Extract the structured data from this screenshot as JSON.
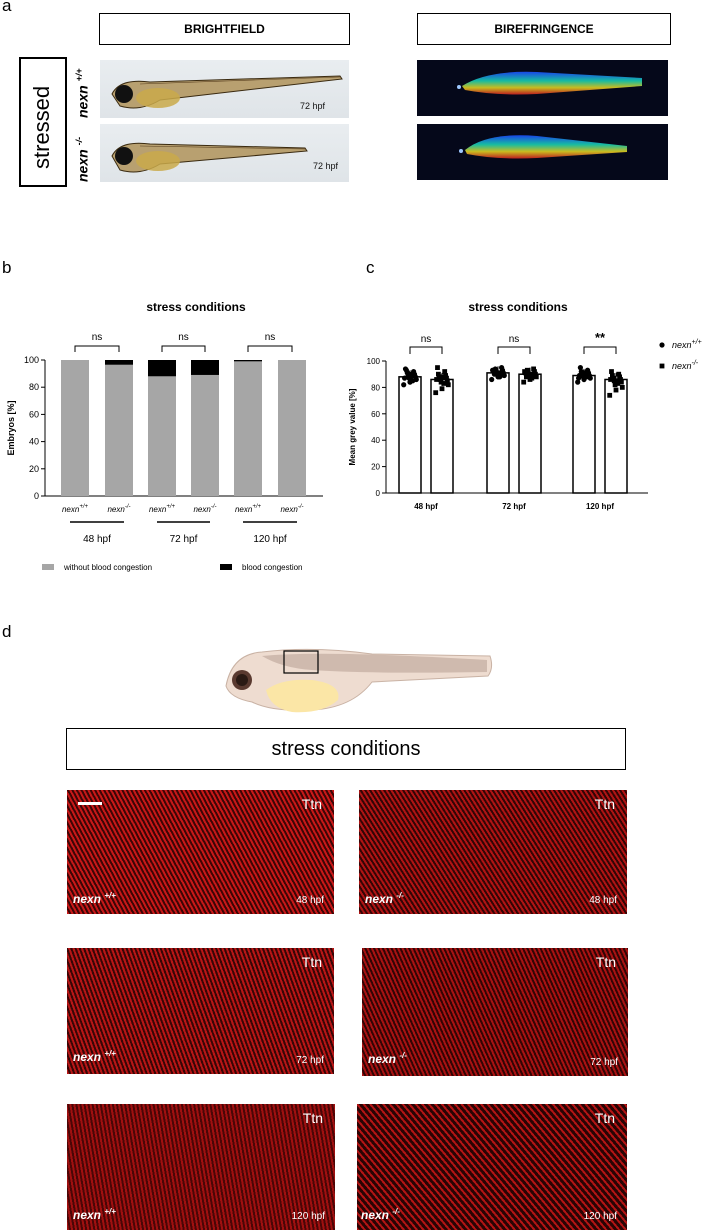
{
  "panel_a": {
    "letter": "a",
    "header_brightfield": "BRIGHTFIELD",
    "header_birefringence": "BIREFRINGENCE",
    "condition": "stressed",
    "row1_genotype": "nexn",
    "row1_sup": "+/+",
    "row2_genotype": "nexn",
    "row2_sup": "-/-",
    "row1_hpf": "72 hpf",
    "row2_hpf": "72 hpf"
  },
  "panel_b": {
    "letter": "b"
  },
  "panel_c": {
    "letter": "c"
  },
  "panel_d": {
    "letter": "d",
    "title": "stress conditions",
    "rows": [
      {
        "left_geno": "nexn",
        "left_sup": "+/+",
        "right_geno": "nexn",
        "right_sup": "-/-",
        "hpf": "48 hpf",
        "marker": "Ttn"
      },
      {
        "left_geno": "nexn",
        "left_sup": "+/+",
        "right_geno": "nexn",
        "right_sup": "-/-",
        "hpf": "72 hpf",
        "marker": "Ttn"
      },
      {
        "left_geno": "nexn",
        "left_sup": "+/+",
        "right_geno": "nexn",
        "right_sup": "-/-",
        "hpf": "120 hpf",
        "marker": "Ttn"
      }
    ]
  },
  "chart_data": [
    {
      "type": "bar",
      "title": "stress conditions",
      "ylabel": "Embryos [%]",
      "xlabel": "",
      "ylim": [
        0,
        100
      ],
      "yticks": [
        0,
        20,
        40,
        60,
        80,
        100
      ],
      "categories": [
        "nexn+/+",
        "nexn-/-",
        "nexn+/+",
        "nexn-/-",
        "nexn+/+",
        "nexn-/-"
      ],
      "category_base": "nexn",
      "category_sups": [
        "+/+",
        "-/-",
        "+/+",
        "-/-",
        "+/+",
        "-/-"
      ],
      "groups": [
        "48 hpf",
        "72 hpf",
        "120 hpf"
      ],
      "stacked": true,
      "series": [
        {
          "name": "without blood congestion",
          "color": "#a6a6a6",
          "values": [
            100,
            96.5,
            88,
            89,
            99,
            100
          ]
        },
        {
          "name": "blood congestion",
          "color": "#000000",
          "values": [
            0,
            3.5,
            12,
            11,
            1,
            0
          ]
        }
      ],
      "significance": [
        "ns",
        "ns",
        "ns"
      ],
      "legend_position": "bottom"
    },
    {
      "type": "bar",
      "title": "stress conditions",
      "ylabel": "Mean grey value [%]",
      "xlabel": "",
      "ylim": [
        0,
        100
      ],
      "yticks": [
        0,
        20,
        40,
        60,
        80,
        100
      ],
      "groups": [
        "48 hpf",
        "72 hpf",
        "120 hpf"
      ],
      "series": [
        {
          "name": "nexn",
          "sup": "+/+",
          "marker": "circle",
          "values": [
            88,
            91,
            89
          ],
          "points": [
            [
              82,
              84,
              86,
              87,
              88,
              89,
              90,
              91,
              92,
              93,
              85,
              94,
              90,
              87,
              88
            ],
            [
              86,
              88,
              89,
              90,
              91,
              92,
              93,
              94,
              95,
              90,
              89,
              92,
              88,
              93,
              91
            ],
            [
              84,
              86,
              87,
              88,
              89,
              90,
              91,
              92,
              93,
              95,
              88,
              89,
              90,
              87,
              91
            ]
          ]
        },
        {
          "name": "nexn",
          "sup": "-/-",
          "marker": "square",
          "values": [
            86,
            90,
            86
          ],
          "points": [
            [
              76,
              79,
              82,
              84,
              85,
              86,
              87,
              88,
              89,
              90,
              92,
              95,
              83,
              86,
              88
            ],
            [
              84,
              86,
              88,
              89,
              90,
              91,
              92,
              93,
              94,
              88,
              90,
              91,
              87,
              92,
              89
            ],
            [
              74,
              78,
              80,
              82,
              84,
              85,
              86,
              87,
              88,
              89,
              90,
              92,
              83,
              86,
              85
            ]
          ]
        }
      ],
      "significance": [
        "ns",
        "ns",
        "**"
      ],
      "legend_position": "right"
    }
  ]
}
